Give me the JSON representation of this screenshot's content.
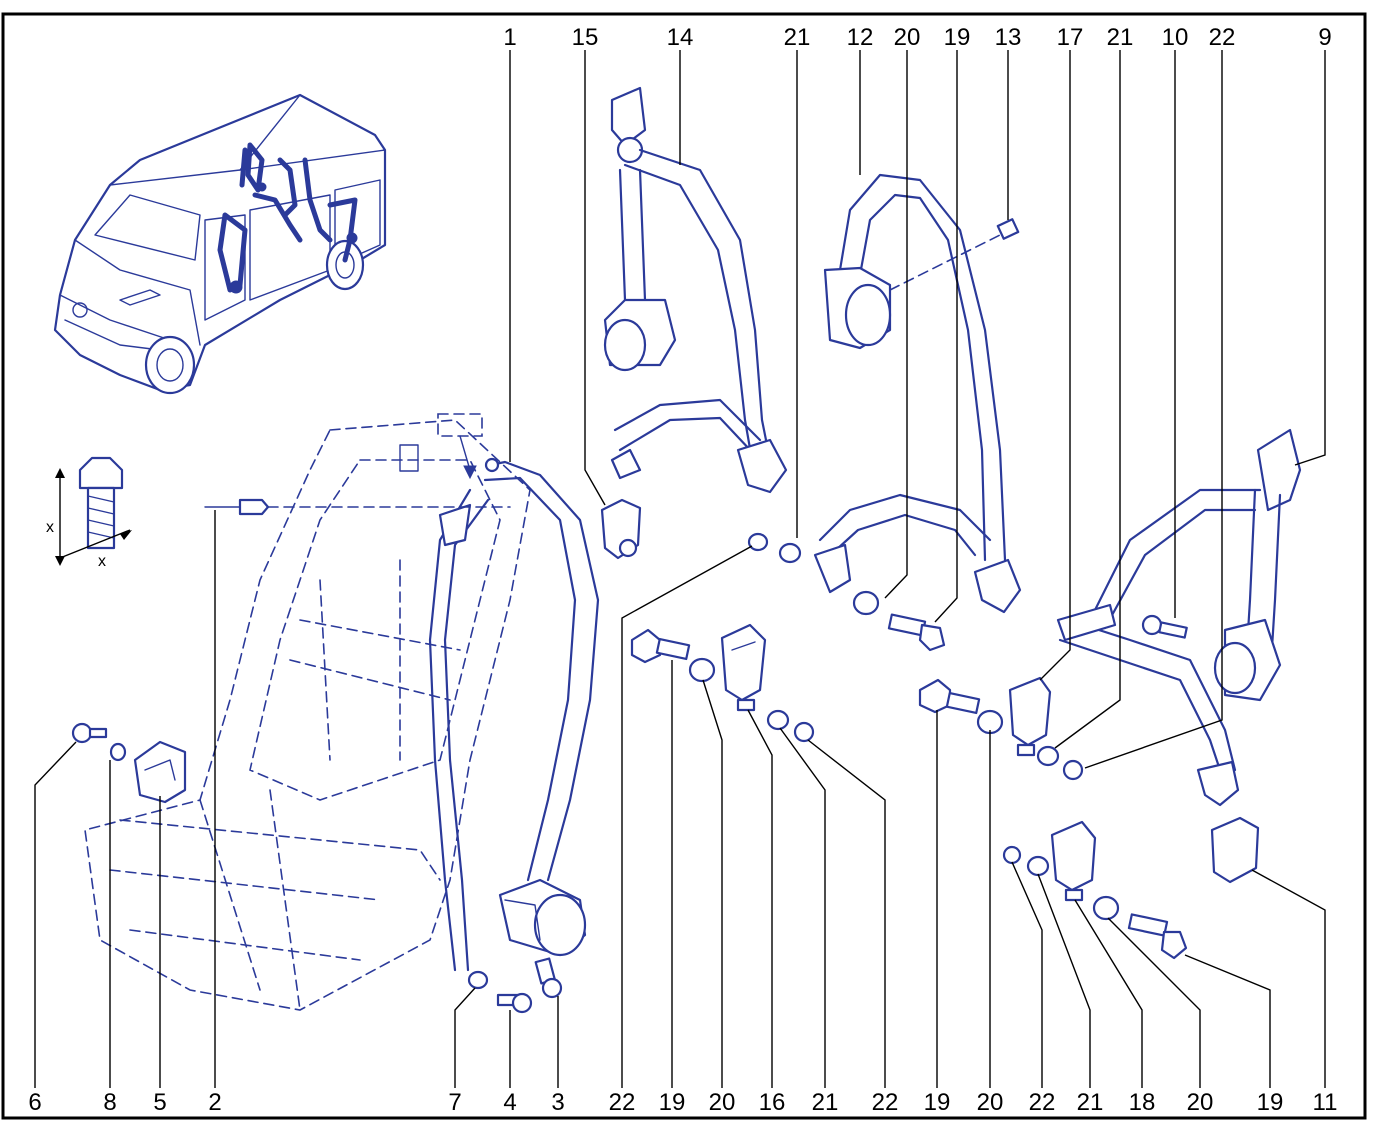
{
  "callouts_top": [
    {
      "id": "c1",
      "label": "1"
    },
    {
      "id": "c15",
      "label": "15"
    },
    {
      "id": "c14",
      "label": "14"
    },
    {
      "id": "c21a",
      "label": "21"
    },
    {
      "id": "c12",
      "label": "12"
    },
    {
      "id": "c20a",
      "label": "20"
    },
    {
      "id": "c19a",
      "label": "19"
    },
    {
      "id": "c13",
      "label": "13"
    },
    {
      "id": "c17",
      "label": "17"
    },
    {
      "id": "c21b",
      "label": "21"
    },
    {
      "id": "c10",
      "label": "10"
    },
    {
      "id": "c22a",
      "label": "22"
    },
    {
      "id": "c9",
      "label": "9"
    }
  ],
  "callouts_bottom": [
    {
      "id": "b6",
      "label": "6"
    },
    {
      "id": "b8",
      "label": "8"
    },
    {
      "id": "b5",
      "label": "5"
    },
    {
      "id": "b2",
      "label": "2"
    },
    {
      "id": "b7",
      "label": "7"
    },
    {
      "id": "b4",
      "label": "4"
    },
    {
      "id": "b3",
      "label": "3"
    },
    {
      "id": "b22a",
      "label": "22"
    },
    {
      "id": "b19a",
      "label": "19"
    },
    {
      "id": "b20a",
      "label": "20"
    },
    {
      "id": "b16",
      "label": "16"
    },
    {
      "id": "b21a",
      "label": "21"
    },
    {
      "id": "b22b",
      "label": "22"
    },
    {
      "id": "b19b",
      "label": "19"
    },
    {
      "id": "b20b",
      "label": "20"
    },
    {
      "id": "b22c",
      "label": "22"
    },
    {
      "id": "b21b",
      "label": "21"
    },
    {
      "id": "b18",
      "label": "18"
    },
    {
      "id": "b20c",
      "label": "20"
    },
    {
      "id": "b19c",
      "label": "19"
    },
    {
      "id": "b11",
      "label": "11"
    }
  ],
  "dimension_labels": {
    "bolt_x_vertical": "x",
    "bolt_x_horizontal": "x"
  },
  "colors": {
    "line_art": "#2b3a9a",
    "text": "#000000",
    "background": "#ffffff"
  }
}
